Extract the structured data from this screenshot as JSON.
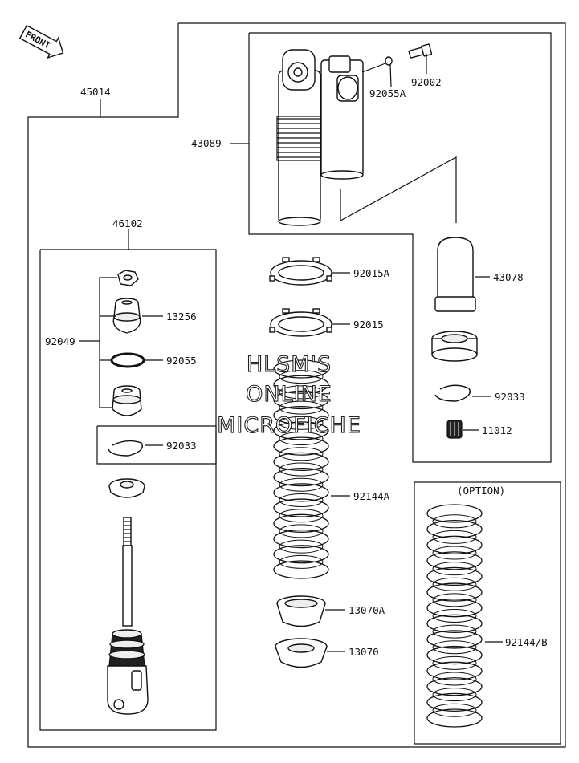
{
  "front_label": "FRONT",
  "option_label": "(OPTION)",
  "watermark": [
    "HLSM'S",
    "ONLINE",
    "MICROFICHE"
  ],
  "parts": [
    {
      "key": "45014",
      "text": "45014"
    },
    {
      "key": "43089",
      "text": "43089"
    },
    {
      "key": "92002",
      "text": "92002"
    },
    {
      "key": "92055A",
      "text": "92055A"
    },
    {
      "key": "46102",
      "text": "46102"
    },
    {
      "key": "13256",
      "text": "13256"
    },
    {
      "key": "92049",
      "text": "92049"
    },
    {
      "key": "92055",
      "text": "92055"
    },
    {
      "key": "92033a",
      "text": "92033"
    },
    {
      "key": "92015A",
      "text": "92015A"
    },
    {
      "key": "92015",
      "text": "92015"
    },
    {
      "key": "43078",
      "text": "43078"
    },
    {
      "key": "92033b",
      "text": "92033"
    },
    {
      "key": "11012",
      "text": "11012"
    },
    {
      "key": "92144A",
      "text": "92144A"
    },
    {
      "key": "13070A",
      "text": "13070A"
    },
    {
      "key": "13070",
      "text": "13070"
    },
    {
      "key": "92144B",
      "text": "92144/B"
    }
  ]
}
